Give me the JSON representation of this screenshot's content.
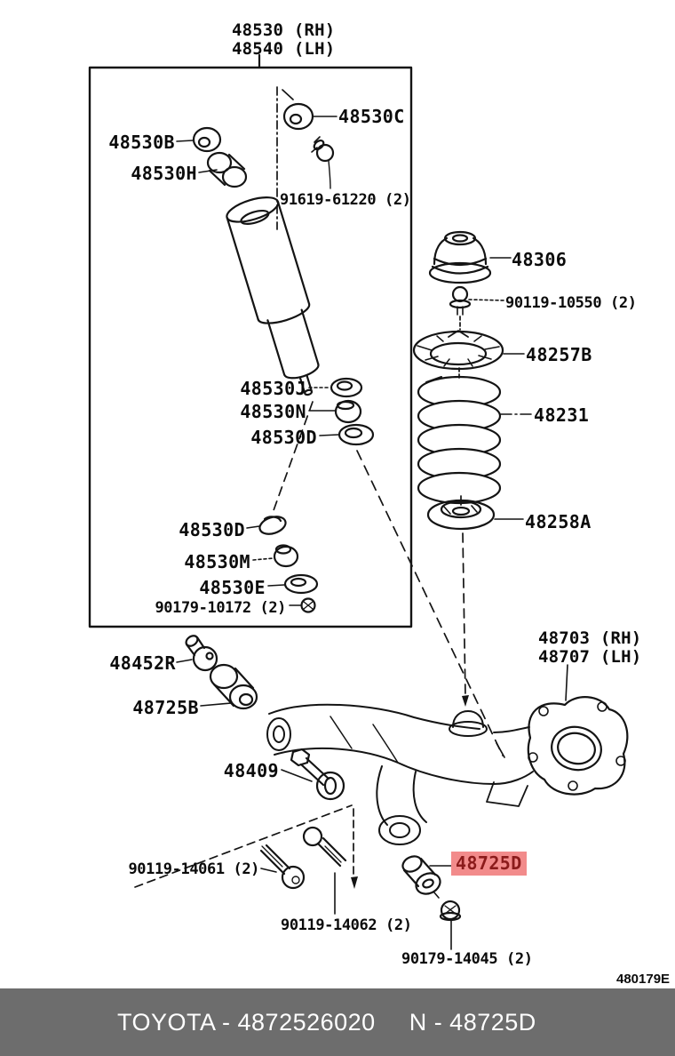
{
  "diagram": {
    "labels": [
      {
        "id": "assembly-rh",
        "text": "48530 (RH)"
      },
      {
        "id": "assembly-lh",
        "text": "48540 (LH)"
      },
      {
        "id": "48530c",
        "text": "48530C"
      },
      {
        "id": "48530b",
        "text": "48530B"
      },
      {
        "id": "48530h",
        "text": "48530H"
      },
      {
        "id": "91619-61220",
        "text": "91619-61220 (2)"
      },
      {
        "id": "48306",
        "text": "48306"
      },
      {
        "id": "90119-10550",
        "text": "90119-10550 (2)"
      },
      {
        "id": "48257b",
        "text": "48257B"
      },
      {
        "id": "48231",
        "text": "48231"
      },
      {
        "id": "48258a",
        "text": "48258A"
      },
      {
        "id": "48530j",
        "text": "48530J"
      },
      {
        "id": "48530n",
        "text": "48530N"
      },
      {
        "id": "48530d",
        "text": "48530D"
      },
      {
        "id": "48530d-2",
        "text": "48530D"
      },
      {
        "id": "48530m",
        "text": "48530M"
      },
      {
        "id": "48530e",
        "text": "48530E"
      },
      {
        "id": "90179-10172",
        "text": "90179-10172 (2)"
      },
      {
        "id": "48452r",
        "text": "48452R"
      },
      {
        "id": "48725b",
        "text": "48725B"
      },
      {
        "id": "knuckle-rh",
        "text": "48703 (RH)"
      },
      {
        "id": "knuckle-lh",
        "text": "48707 (LH)"
      },
      {
        "id": "48409",
        "text": "48409"
      },
      {
        "id": "90119-14061",
        "text": "90119-14061 (2)"
      },
      {
        "id": "90119-14062",
        "text": "90119-14062 (2)"
      },
      {
        "id": "48725d",
        "text": "48725D"
      },
      {
        "id": "90179-14045",
        "text": "90179-14045 (2)"
      }
    ],
    "highlighted_part": {
      "label": "48725D",
      "highlight_bg": "#f28b8b",
      "text_color": "#8b1b1b"
    },
    "drawing_code": "480179E",
    "line_color": "#141414"
  },
  "footer": {
    "brand_part": "TOYOTA - 4872526020",
    "part_code": "N - 48725D",
    "bg_color": "#6d6d6d",
    "text_color": "#ffffff"
  }
}
